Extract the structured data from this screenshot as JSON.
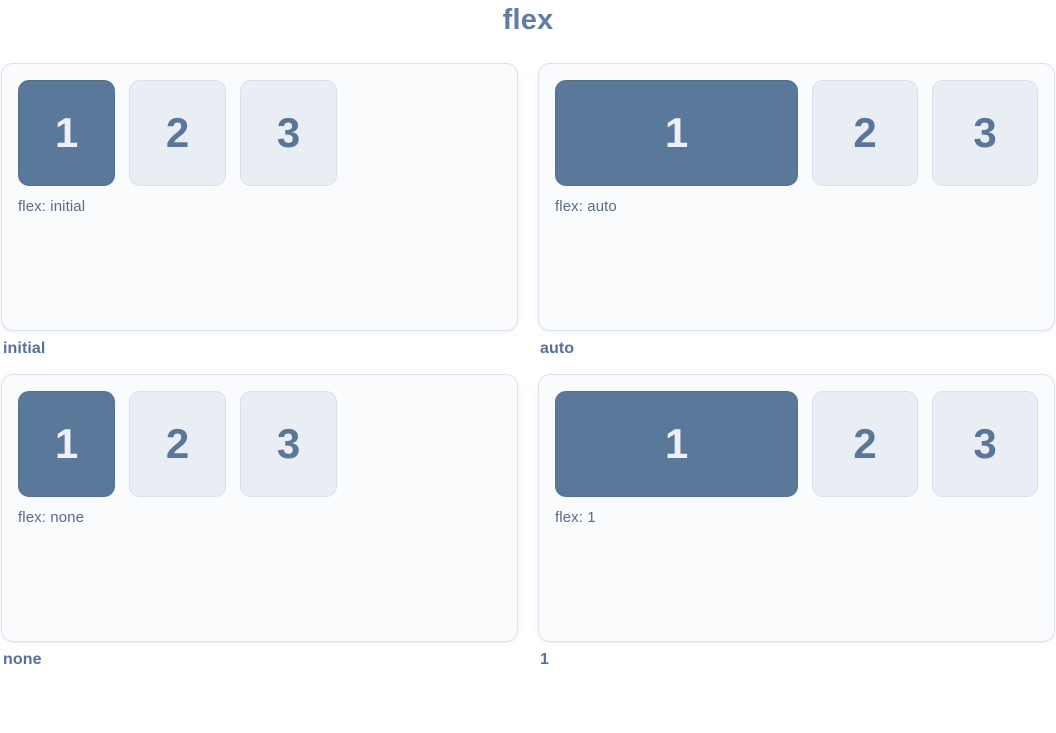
{
  "page": {
    "title": "flex"
  },
  "panels": [
    {
      "flex_label": "flex: initial",
      "caption": "initial",
      "first_item_stretched": false,
      "items": [
        "1",
        "2",
        "3"
      ]
    },
    {
      "flex_label": "flex: auto",
      "caption": "auto",
      "first_item_stretched": true,
      "items": [
        "1",
        "2",
        "3"
      ]
    },
    {
      "flex_label": "flex: none",
      "caption": "none",
      "first_item_stretched": false,
      "items": [
        "1",
        "2",
        "3"
      ]
    },
    {
      "flex_label": "flex: 1",
      "caption": "1",
      "first_item_stretched": true,
      "items": [
        "1",
        "2",
        "3"
      ]
    }
  ],
  "colors": {
    "accent_text": "#5e7ca4",
    "caption_text": "#55719d",
    "flex_label_text": "#5a6b8d",
    "primary_box_bg": "#5a7899",
    "primary_box_text": "#edf1f7",
    "light_box_bg": "#e9edf4",
    "light_box_border": "#d9e0ec",
    "light_box_text": "#5c7699",
    "panel_bg": "#fafbfd",
    "panel_border": "#dce3ef"
  }
}
